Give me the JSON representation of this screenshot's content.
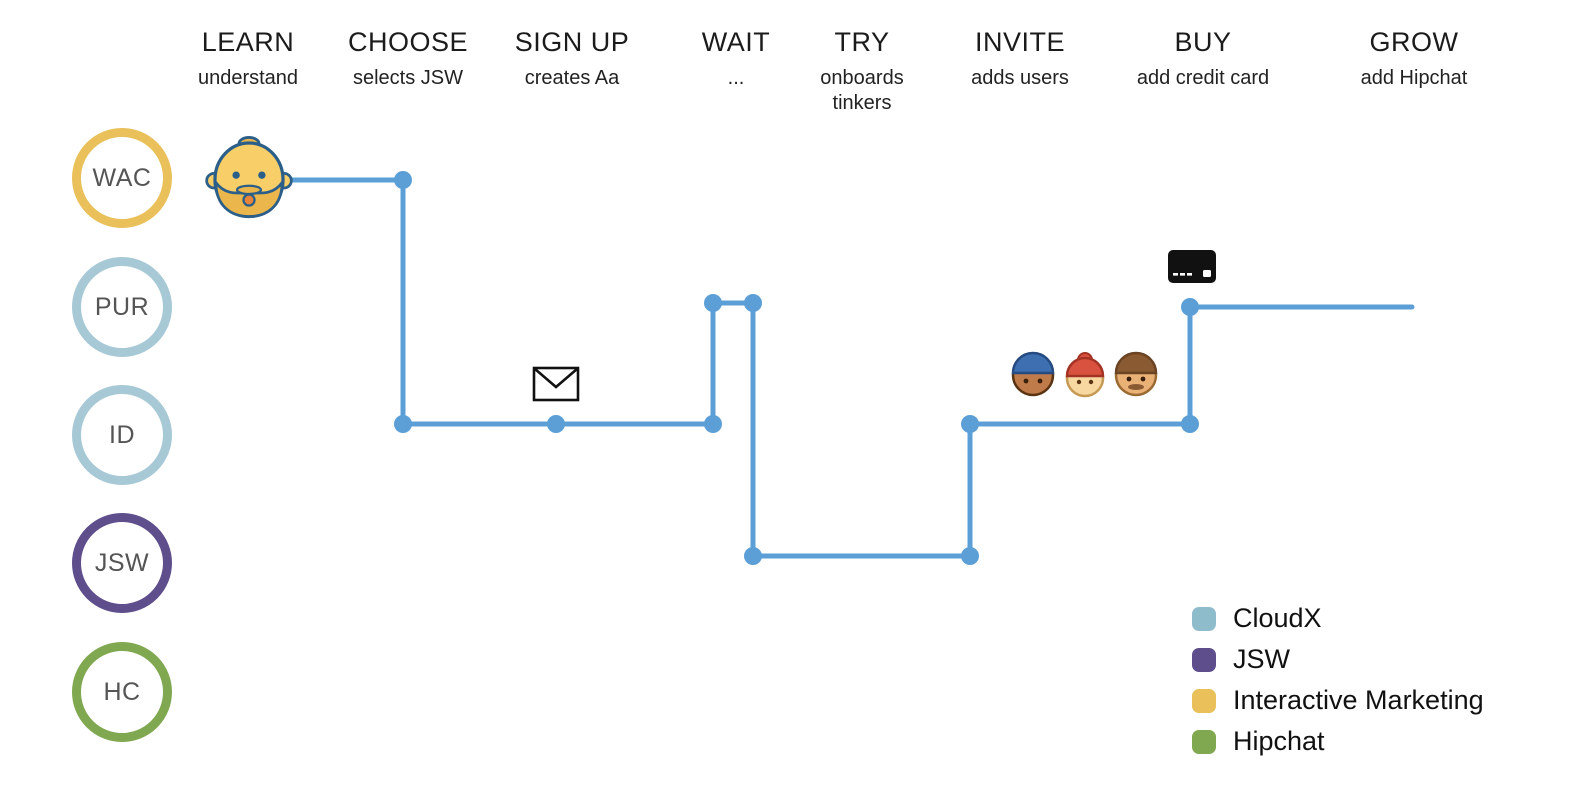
{
  "stages": [
    {
      "label": "LEARN",
      "sublabel": "understand"
    },
    {
      "label": "CHOOSE",
      "sublabel": "selects JSW"
    },
    {
      "label": "SIGN UP",
      "sublabel": "creates Aa"
    },
    {
      "label": "WAIT",
      "sublabel": "..."
    },
    {
      "label": "TRY",
      "sublabel": "onboards tinkers"
    },
    {
      "label": "INVITE",
      "sublabel": "adds users"
    },
    {
      "label": "BUY",
      "sublabel": "add credit card"
    },
    {
      "label": "GROW",
      "sublabel": "add Hipchat"
    }
  ],
  "rows": [
    {
      "label": "WAC",
      "color": "#E9C05A"
    },
    {
      "label": "PUR",
      "color": "#A7C9D6"
    },
    {
      "label": "ID",
      "color": "#A7C9D6"
    },
    {
      "label": "JSW",
      "color": "#5E4E8C"
    },
    {
      "label": "HC",
      "color": "#7FA850"
    }
  ],
  "legend": [
    {
      "label": "CloudX",
      "color": "#8FBCCB"
    },
    {
      "label": "JSW",
      "color": "#5E4E8C"
    },
    {
      "label": "Interactive Marketing",
      "color": "#E9C05A"
    },
    {
      "label": "Hipchat",
      "color": "#7FA850"
    }
  ],
  "icons": {
    "persona": "bearded-man-avatar",
    "signup": "envelope-icon",
    "invite": "three-user-avatars",
    "buy": "credit-card-icon"
  },
  "journey": {
    "color": "#5B9FD6",
    "line_width": 5,
    "dot_radius": 9,
    "points": [
      [
        292,
        180
      ],
      [
        403,
        180
      ],
      [
        403,
        424
      ],
      [
        556,
        424
      ],
      [
        713,
        424
      ],
      [
        713,
        303
      ],
      [
        753,
        303
      ],
      [
        753,
        556
      ],
      [
        970,
        556
      ],
      [
        970,
        424
      ],
      [
        1190,
        424
      ],
      [
        1190,
        307
      ],
      [
        1412,
        307
      ]
    ],
    "dots": [
      [
        403,
        180
      ],
      [
        403,
        424
      ],
      [
        556,
        424
      ],
      [
        713,
        424
      ],
      [
        713,
        303
      ],
      [
        753,
        303
      ],
      [
        753,
        556
      ],
      [
        970,
        556
      ],
      [
        970,
        424
      ],
      [
        1190,
        424
      ],
      [
        1190,
        307
      ]
    ]
  }
}
